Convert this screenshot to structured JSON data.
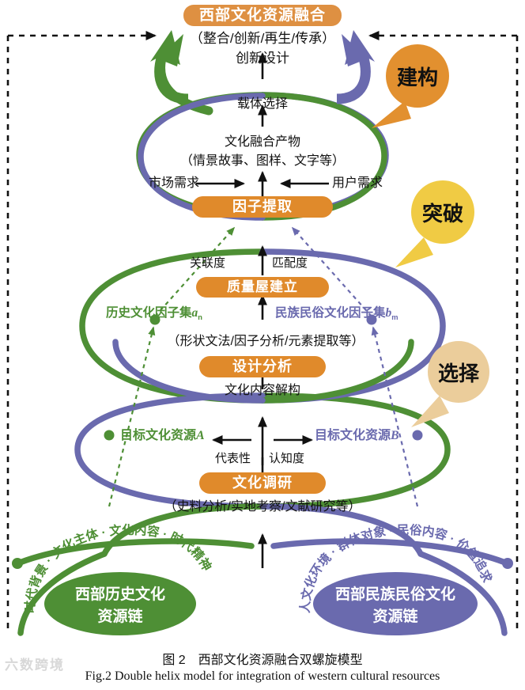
{
  "figure": {
    "caption_cn": "图 2　西部文化资源融合双螺旋模型",
    "caption_en": "Fig.2 Double helix model for integration of western cultural resources",
    "watermark": "六数跨境"
  },
  "colors": {
    "green": "#4E8F35",
    "purple": "#6A6AAE",
    "orange": "#E08A2B",
    "top_box_orange": "#DE9042",
    "bubble_construct": "#E2902F",
    "bubble_breakthrough": "#F0CB44",
    "bubble_select": "#EBCD9B",
    "dashed_loop": "#111111"
  },
  "top": {
    "title": "西部文化资源融合",
    "subtitle": "（整合/创新/再生/传承）",
    "line3": "创新设计"
  },
  "bubbles": [
    {
      "label": "建构",
      "stage": "construct"
    },
    {
      "label": "突破",
      "stage": "breakthrough"
    },
    {
      "label": "选择",
      "stage": "select"
    }
  ],
  "loop_construct": {
    "top_label": "载体选择",
    "product_title": "文化融合产物",
    "product_detail": "（情景故事、图样、文字等）",
    "left_driver": "市场需求",
    "right_driver": "用户需求",
    "pill": "因子提取"
  },
  "loop_breakthrough": {
    "left_metric": "关联度",
    "right_metric": "匹配度",
    "pill_top": "质量屋建立",
    "factor_left": "历史文化因子集",
    "factor_left_sym": "a",
    "factor_left_sub": "n",
    "factor_right": "民族民俗文化因子集",
    "factor_right_sym": "b",
    "factor_right_sub": "m",
    "methods": "（形状文法/因子分析/元素提取等）",
    "pill_bottom": "设计分析",
    "under_label": "文化内容解构"
  },
  "loop_select": {
    "target_left": "目标文化资源",
    "target_left_sym": "A",
    "target_right": "目标文化资源",
    "target_right_sym": "B",
    "left_metric": "代表性",
    "right_metric": "认知度",
    "pill": "文化调研",
    "methods": "（史料分析/实地考察/文献研究等）"
  },
  "base_left": {
    "title_line1": "西部历史文化",
    "title_line2": "资源链",
    "arc_text": "时代背景 · 文化主体 · 文化内容 · 时代精神"
  },
  "base_right": {
    "title_line1": "西部民族民俗文化",
    "title_line2": "资源链",
    "arc_text": "人文化环境 · 群体对象 · 民俗内容 · 价值追求"
  }
}
